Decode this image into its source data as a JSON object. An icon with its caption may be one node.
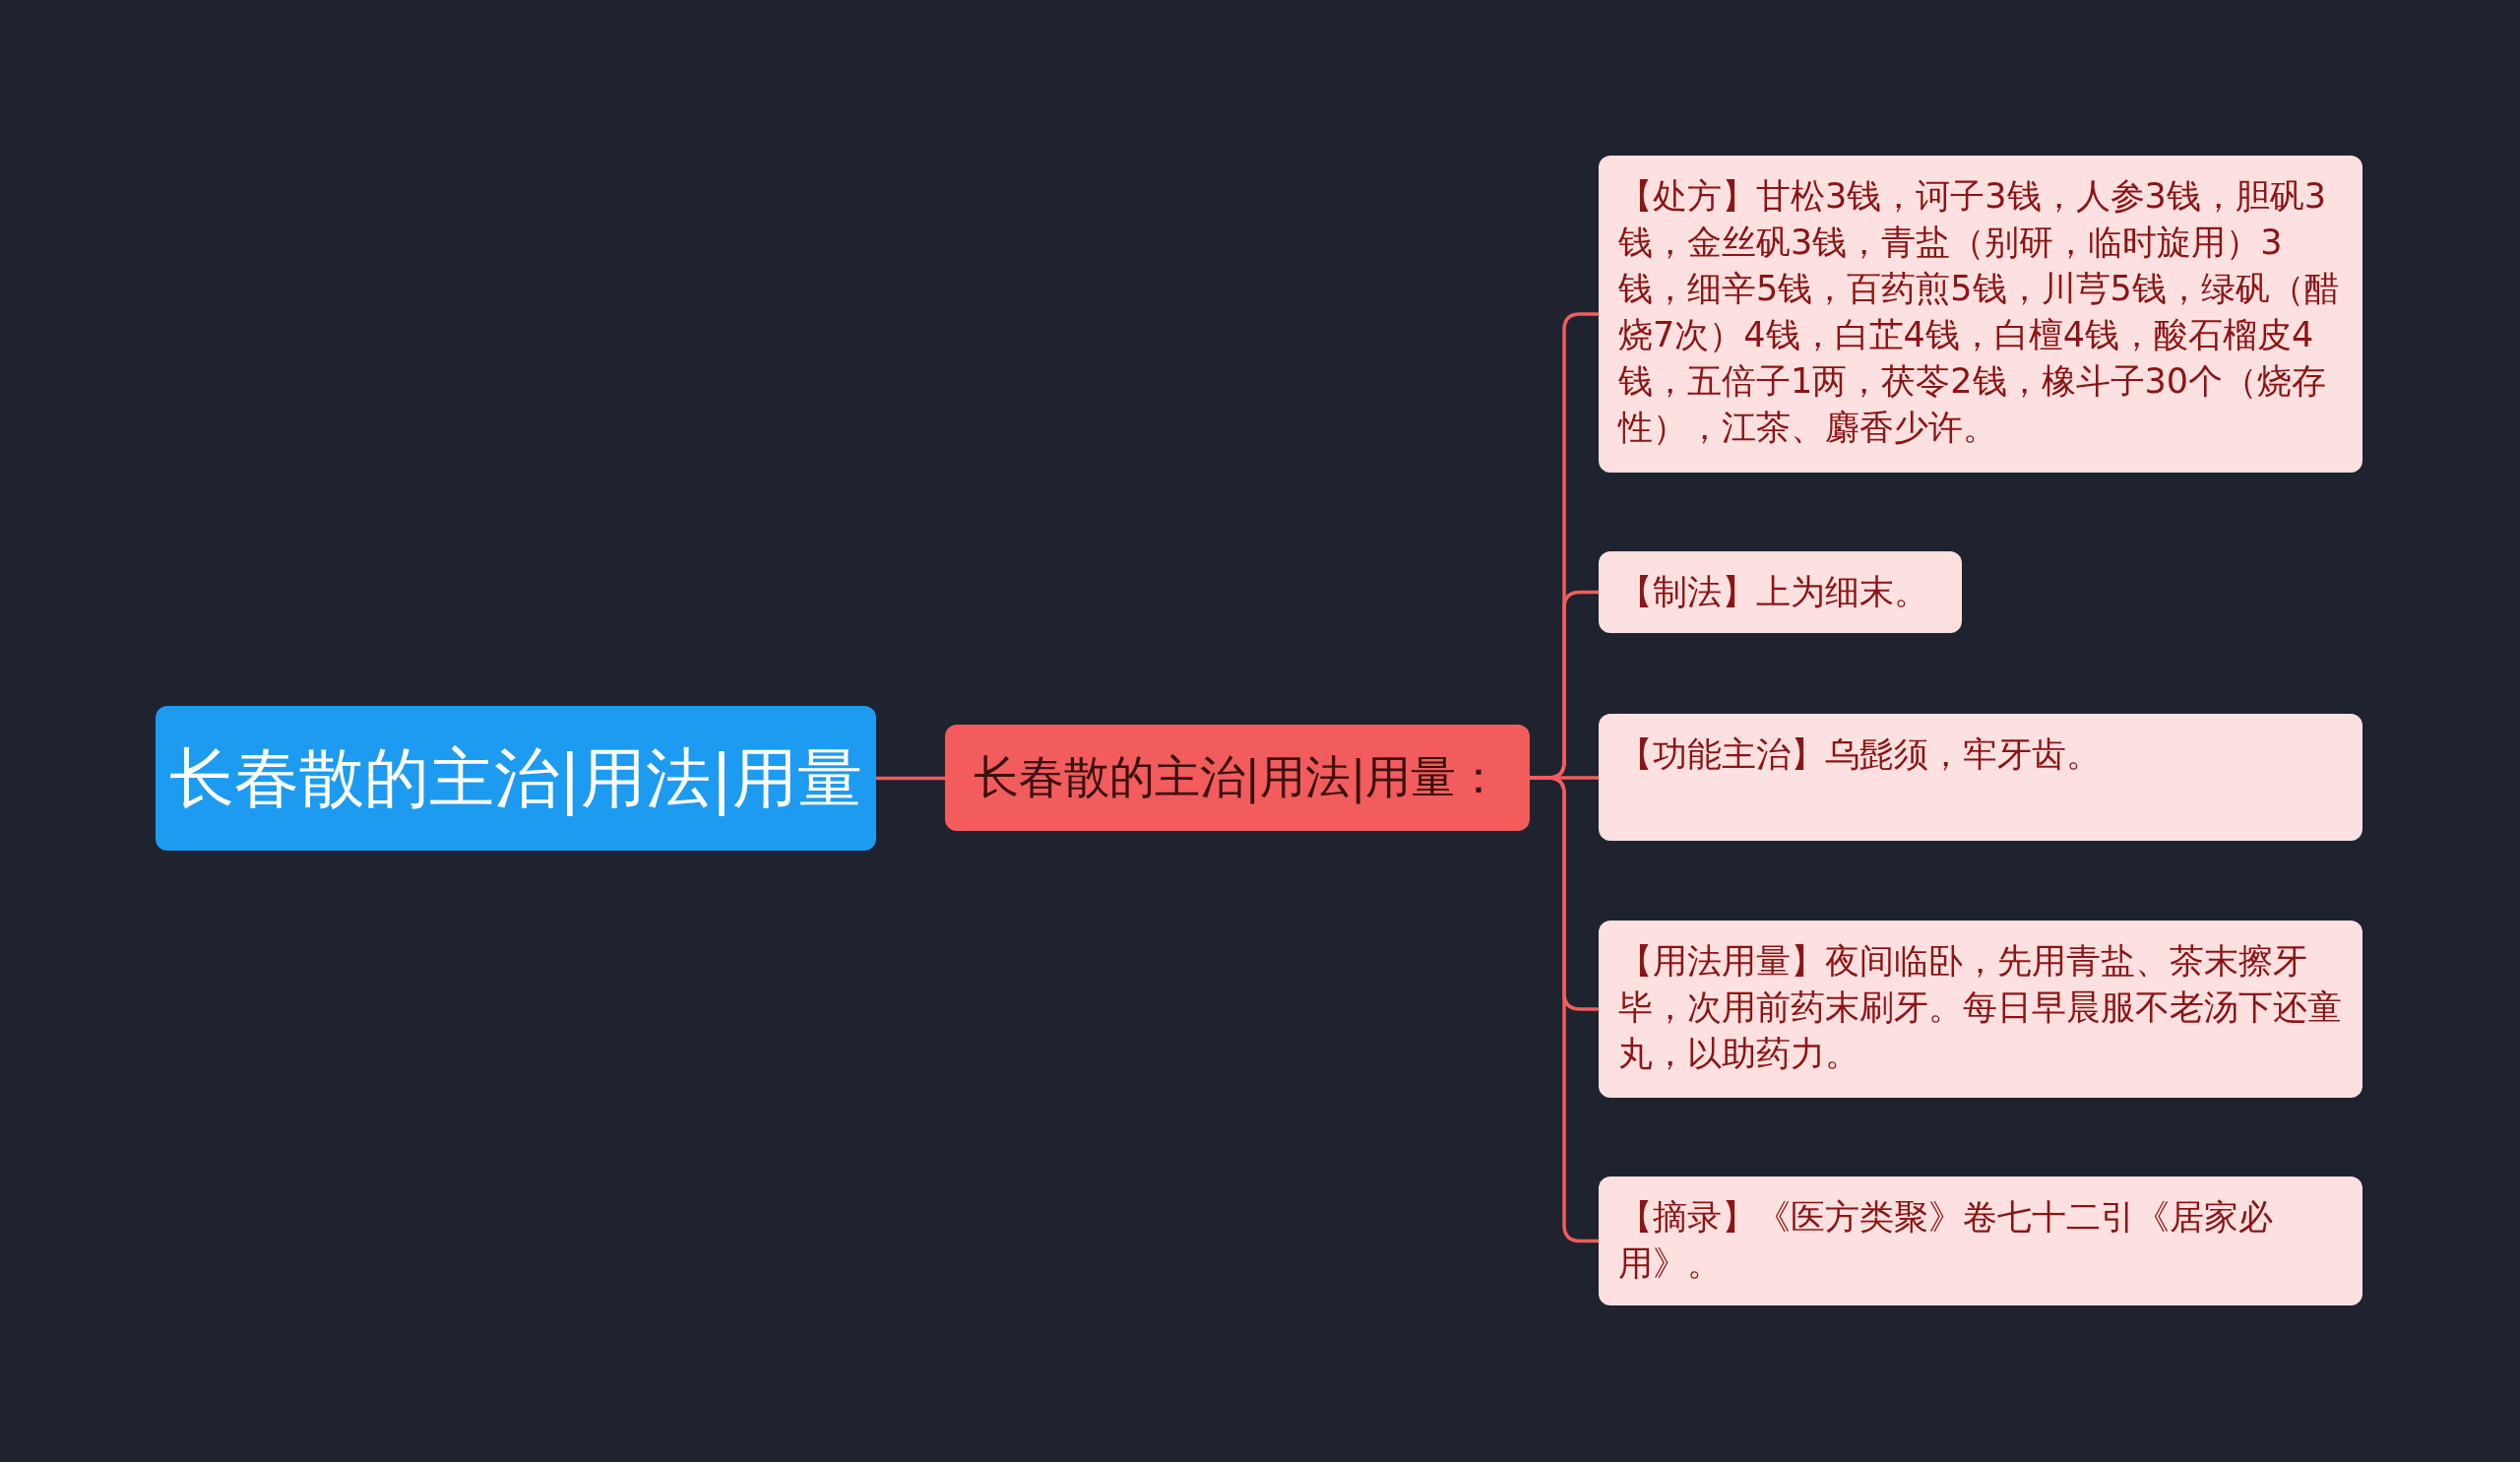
{
  "diagram": {
    "nodes": [
      {
        "text": [
          "长春散的主治|用法|用量"
        ]
      },
      {
        "text": [
          "长春散的主治|用法|用量："
        ]
      },
      {
        "text": [
          "【处方】甘松3钱，诃子3钱，人参3钱，胆矾3钱，金丝矾3钱，青盐（别研，临时旋用）3钱，细辛5钱，百药煎5钱，川芎5钱，绿矾（醋烧7次）4钱，白芷4钱，白檀4钱，酸石榴皮4钱，五倍子1两，茯苓2钱，橡斗子30个（烧存性），江茶、麝香少许。"
        ]
      },
      {
        "text": [
          "【制法】上为细末。"
        ]
      },
      {
        "text": [
          "【功能主治】乌髭须，牢牙齿。"
        ]
      },
      {
        "text": [
          "【用法用量】夜间临卧，先用青盐、茶末擦牙毕，次用前药末刷牙。每日早晨服不老汤下还童丸，以助药力。"
        ]
      },
      {
        "text": [
          "【摘录】《医方类聚》卷七十二引《居家必用》。"
        ]
      }
    ],
    "edges": [
      {
        "from": 0,
        "to": 1,
        "arrow": "none"
      },
      {
        "from": 1,
        "to": 2,
        "arrow": "none"
      },
      {
        "from": 1,
        "to": 3,
        "arrow": "none"
      },
      {
        "from": 1,
        "to": 4,
        "arrow": "none"
      },
      {
        "from": 1,
        "to": 5,
        "arrow": "none"
      },
      {
        "from": 1,
        "to": 6,
        "arrow": "none"
      }
    ]
  }
}
